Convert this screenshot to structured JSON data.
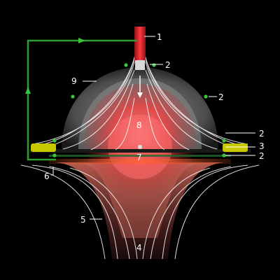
{
  "diagram": {
    "background": "#000000",
    "colors": {
      "circuit_wire": "#2e9e2e",
      "circuit_arrow": "#3cc23c",
      "field_line": "#ffffff",
      "inlet_jet": "#e0262e",
      "dome_outer": "#6a6a6a",
      "dome_inner": "#8a8a8a",
      "core_glow": "#ff5a5a",
      "electrode": "#c8c800",
      "sensor_dot": "#38c838",
      "lower_plume": "#d06a5a"
    },
    "labels": {
      "l1": "1",
      "l2a": "2",
      "l2b": "2",
      "l2c": "2",
      "l2d": "2",
      "l3": "3",
      "l4": "4",
      "l5": "5",
      "l6": "6",
      "l7": "7",
      "l8": "8",
      "l9": "9"
    }
  }
}
